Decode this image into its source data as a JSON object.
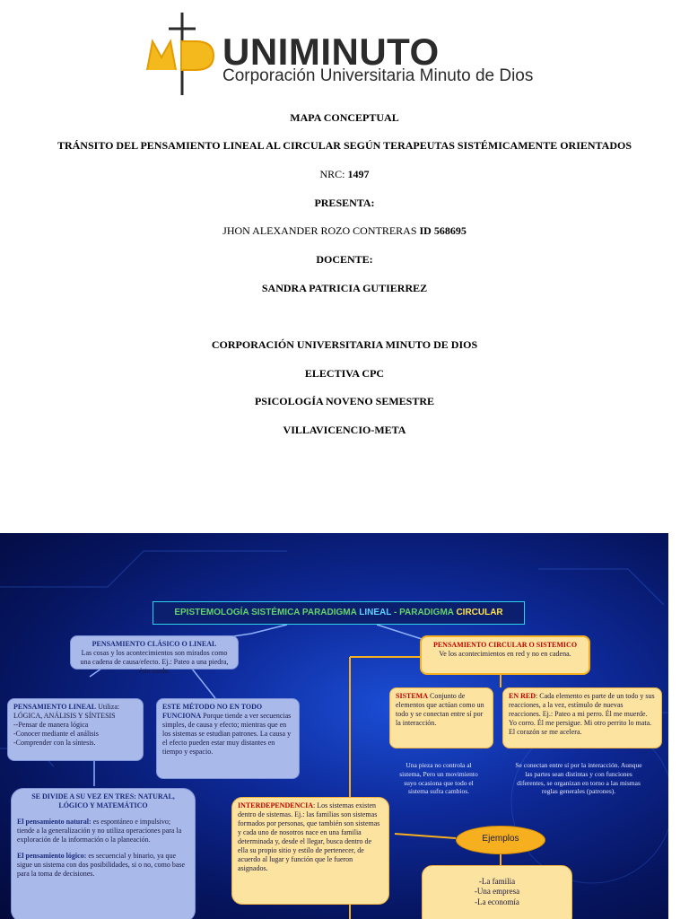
{
  "header": {
    "logo_brand": "UNIMINUTO",
    "logo_subtitle": "Corporación Universitaria Minuto de Dios",
    "logo_emblem_text": "MD",
    "title": "MAPA CONCEPTUAL",
    "subtitle": "TRÁNSITO DEL PENSAMIENTO LINEAL AL CIRCULAR SEGÚN TERAPEUTAS SISTÉMICAMENTE ORIENTADOS",
    "nrc_label": "NRC:",
    "nrc_value": "1497",
    "presenta_label": "PRESENTA:",
    "student_name": "JHON ALEXANDER ROZO CONTRERAS",
    "student_id": "ID 568695",
    "docente_label": "DOCENTE:",
    "docente_name": "SANDRA PATRICIA GUTIERREZ",
    "university": "CORPORACIÓN UNIVERSITARIA MINUTO DE DIOS",
    "course": "ELECTIVA CPC",
    "program": "PSICOLOGÍA NOVENO SEMESTRE",
    "city": "VILLAVICENCIO-META"
  },
  "map": {
    "title_part1": "EPISTEMOLOGÍA SISTÉMICA PARADIGMA ",
    "title_part2": "LINEAL",
    "title_part3": " - ",
    "title_part4": "PARADIGMA ",
    "title_part5": "CIRCULAR",
    "linear": {
      "title": "PENSAMIENTO CLÁSICO O LINEAL",
      "text": "Las cosas y los acontecimientos son mirados como una cadena de causa/efecto. Ej.: Pateo a una piedra, ésta rueda."
    },
    "linear_thinking": {
      "title": "PENSAMIENTO LINEAL",
      "title_suffix": " Utiliza:",
      "line1": "LÓGICA, ANÁLISIS Y SÍNTESIS",
      "line2": "--Pensar de manera lógica",
      "line3": "-Conocer mediante el análisis",
      "line4": "-Comprender con la síntesis."
    },
    "method": {
      "title": "ESTE MÉTODO NO EN TODO FUNCIONA",
      "text": " Porque tiende a ver secuencias simples, de causa y efecto; mientras que en los sistemas se estudian patrones. La causa y el efecto pueden estar muy distantes en tiempo y espacio."
    },
    "divides": {
      "title": "SE DIVIDE A SU VEZ EN TRES: NATURAL, LÓGICO Y MATEMÁTICO",
      "p1_label": "El pensamiento natural:",
      "p1_text": " es espontáneo e impulsivo; tiende a la generalización y no utiliza operaciones para la exploración de la información o la planeación.",
      "p2_label": "El pensamiento lógico:",
      "p2_text": " es secuencial y binario, ya que sigue un sistema con dos posibilidades, si o no, como base para la toma de decisiones."
    },
    "circular": {
      "title": "PENSAMIENTO CIRCULAR O SISTEMICO",
      "text": "Ve los acontecimientos en red y no en cadena."
    },
    "sistema": {
      "label": "SISTEMA",
      "text": " Conjunto de elementos que actúan como un todo y se conectan entre sí por la interacción."
    },
    "en_red": {
      "label": "EN RED",
      "text": ": Cada elemento es parte de un todo y sus reacciones, a la vez, estímulo de nuevas reacciones. Ej.: Pateo a mi perro. Él me muerde. Yo corro. Él me persigue. Mi otro perrito lo mata. El corazón se me acelera."
    },
    "caption_left": "Una pieza no controla al sistema, Pero un movimiento suyo ocasiona que todo el sistema sufra cambios.",
    "caption_right": "Se conectan entre sí por la interacción. Aunque las partes sean distintas y con funciones diferentes, se organizan en torno a las mismas reglas generales (patrones).",
    "interdependencia": {
      "label": "INTERDEPENDENCIA",
      "text": ": Los sistemas existen dentro de sistemas. Ej.: las familias son sistemas formados por personas, que también son sistemas y cada uno de nosotros nace en una familia determinada y, desde el llegar, busca dentro de ella su propio sitio y estilo de pertenecer, de acuerdo al lugar y función que le fueron asignados."
    },
    "ejemplos_label": "Ejemplos",
    "ejemplos_items": [
      "-La familia",
      "-Una empresa",
      "-La economía"
    ],
    "colors": {
      "bg": "#0e2a9a",
      "blue_box": "#a9b9ea",
      "yellow_box": "#fde3a0",
      "oval": "#f6b01f",
      "frame": "#2ed3e8"
    }
  }
}
